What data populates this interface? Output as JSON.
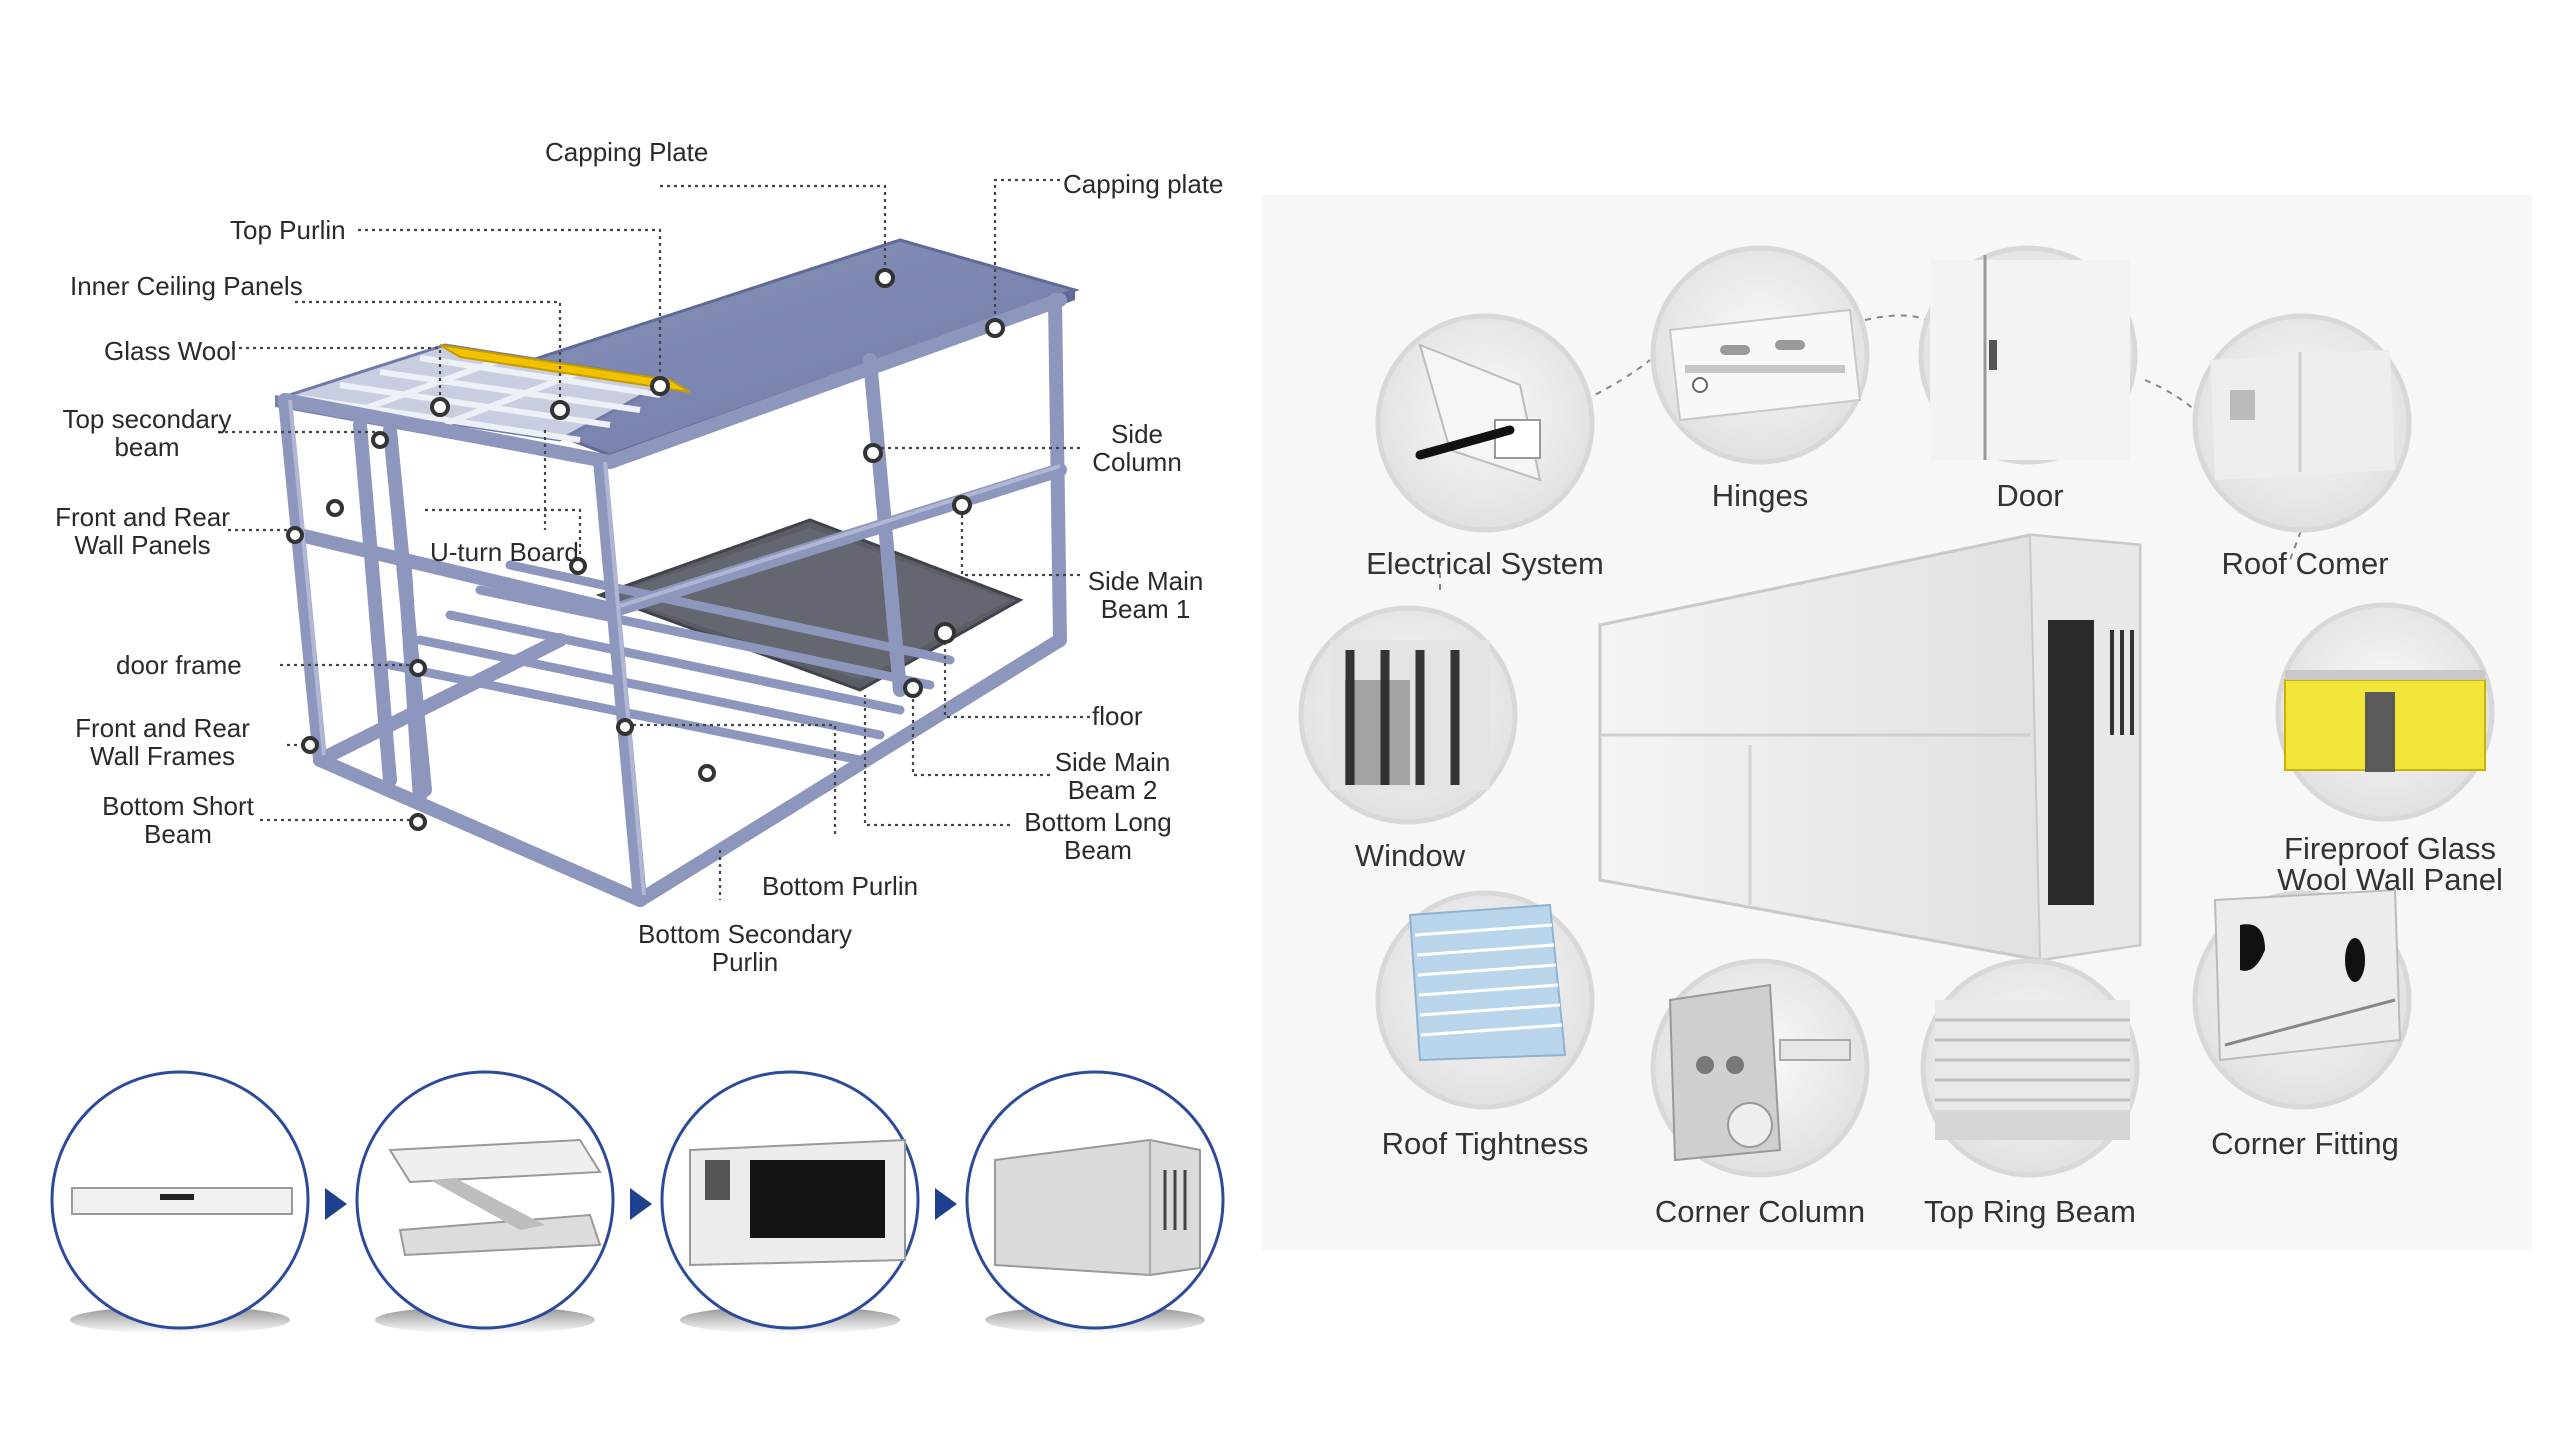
{
  "structure_diagram": {
    "labels": {
      "capping_plate_top": "Capping Plate",
      "capping_plate_right": "Capping plate",
      "top_purlin": "Top Purlin",
      "inner_ceiling_panels": "Inner Ceiling Panels",
      "glass_wool": "Glass Wool",
      "top_secondary_beam_1": "Top secondary",
      "top_secondary_beam_2": "beam",
      "front_rear_wall_panels_1": "Front and Rear",
      "front_rear_wall_panels_2": "Wall Panels",
      "u_turn_board": "U-turn Board",
      "door_frame": "door frame",
      "front_rear_wall_frames_1": "Front and Rear",
      "front_rear_wall_frames_2": "Wall Frames",
      "bottom_short_beam_1": "Bottom Short",
      "bottom_short_beam_2": "Beam",
      "side_column_1": "Side",
      "side_column_2": "Column",
      "side_main_beam1_1": "Side Main",
      "side_main_beam1_2": "Beam 1",
      "floor": "floor",
      "side_main_beam2_1": "Side Main",
      "side_main_beam2_2": "Beam 2",
      "bottom_long_beam_1": "Bottom Long",
      "bottom_long_beam_2": "Beam",
      "bottom_purlin": "Bottom Purlin",
      "bottom_secondary_purlin_1": "Bottom Secondary",
      "bottom_secondary_purlin_2": "Purlin"
    }
  },
  "folding_steps": {
    "count": 4,
    "arrow_color": "#1f3f8f",
    "circle_color": "#2b4a9a"
  },
  "parts_showcase": {
    "items": [
      {
        "label": "Electrical System"
      },
      {
        "label": "Hinges"
      },
      {
        "label": "Door"
      },
      {
        "label": "Roof Comer"
      },
      {
        "label": "Window"
      },
      {
        "label": "Fireproof Glass"
      },
      {
        "label": "Wool Wall Panel"
      },
      {
        "label": "Roof Tightness"
      },
      {
        "label": "Corner Column"
      },
      {
        "label": "Top Ring Beam"
      },
      {
        "label": "Corner Fitting"
      }
    ]
  },
  "colors": {
    "frame": "#8d97bd",
    "frame_dark": "#6f7aa6",
    "roof": "#7f8ab3",
    "insulation": "#f2c200",
    "label_text": "#2a2a2a",
    "leader": "#444444"
  }
}
